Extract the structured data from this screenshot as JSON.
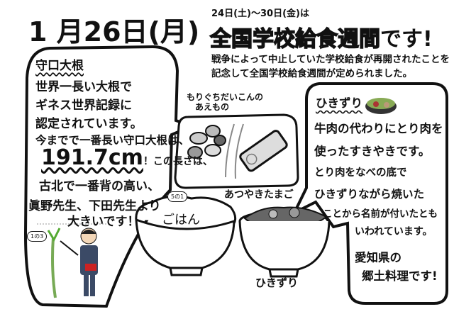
{
  "header": {
    "date": "1 月26日(月)",
    "period": "24日(土)～30日(金)は",
    "title_main": "全国学校給食週間",
    "title_end": "です!",
    "sub_lines": [
      "戦争によって中止していた学校給食が再開されたことを",
      "記念して全国学校給食週間が定められました。"
    ]
  },
  "left_bubble": {
    "heading": "守口大根",
    "lines": [
      "世界一長い大根で",
      "ギネス世界記録に",
      "認定されています。",
      "今までで一番長い守口大根は、"
    ],
    "length_value": "191.7cm",
    "length_suffix": "！この長さは、",
    "lines2": [
      "古北で一番背の高い、",
      "眞野先生、下田先生より",
      "大きいです！"
    ],
    "badge_a": "5の1",
    "badge_b": "1の3"
  },
  "right_bubble": {
    "heading": "ひきずり",
    "lines": [
      "牛肉の代わりにとり肉を",
      "使ったすきやきです。",
      "とり肉をなべの底で",
      "ひきずりながら焼いた",
      "ことから名前が付いたとも",
      "いわれています。",
      "愛知県の",
      "郷土料理です!"
    ]
  },
  "menu": {
    "aemono": [
      "もりぐちだいこんの",
      "あえもの"
    ],
    "tamago": "あつやきたまご",
    "gohan": "ごはん",
    "hikizuri": "ひきずり"
  }
}
